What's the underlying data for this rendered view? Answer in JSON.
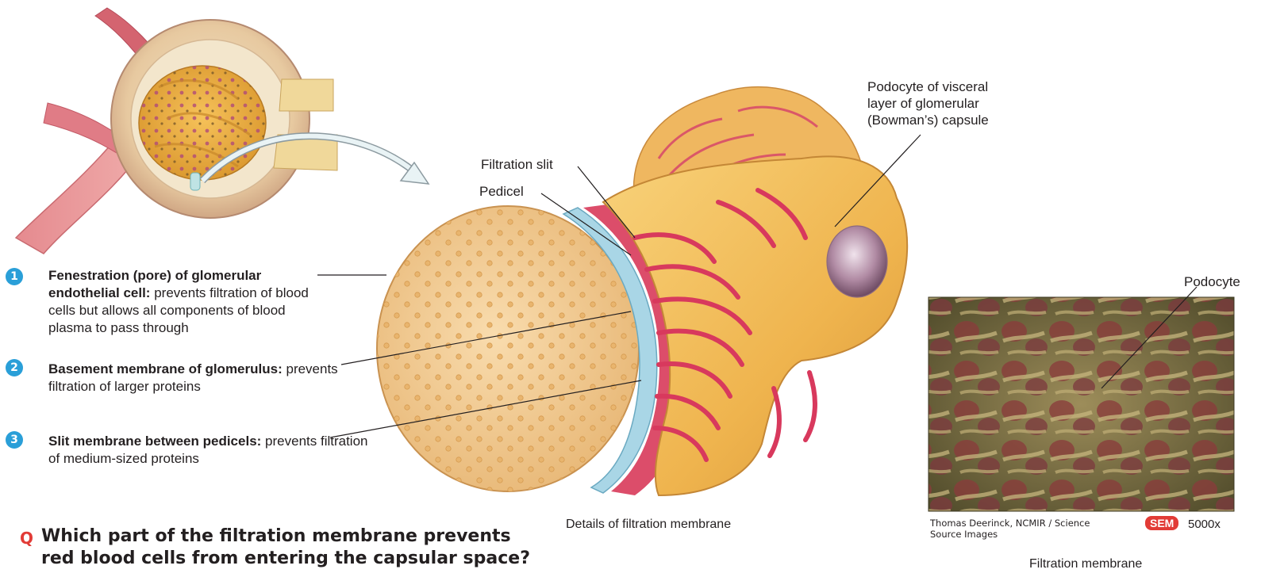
{
  "items": [
    {
      "number": "1",
      "bold": "Fenestration (pore) of glomerular endothelial cell:",
      "text": "prevents filtration of blood cells but allows all components of blood plasma to pass through"
    },
    {
      "number": "2",
      "bold": "Basement membrane of glomerulus:",
      "text": "prevents filtration of larger proteins"
    },
    {
      "number": "3",
      "bold": "Slit membrane between pedicels:",
      "text": "prevents filtration of medium-sized proteins"
    }
  ],
  "labels": {
    "filtration_slit": "Filtration slit",
    "pedicel": "Pedicel",
    "podocyte_visceral": "Podocyte of visceral layer of glomerular (Bowman’s) capsule",
    "podocyte": "Podocyte"
  },
  "captions": {
    "details": "Details of filtration membrane",
    "credit": "Thomas Deerinck, NCMIR / Science Source Images",
    "sem_badge": "SEM",
    "magnification": "5000x",
    "micrograph": "Filtration membrane"
  },
  "question": {
    "letter": "Q",
    "text": "Which part of the filtration membrane prevents red blood cells from entering the capsular space?"
  },
  "colors": {
    "number_badge": "#2a9fd8",
    "accent_red": "#e23b36",
    "podocyte_yellow": "#f3c05a",
    "capillary_red": "#d3334f"
  }
}
